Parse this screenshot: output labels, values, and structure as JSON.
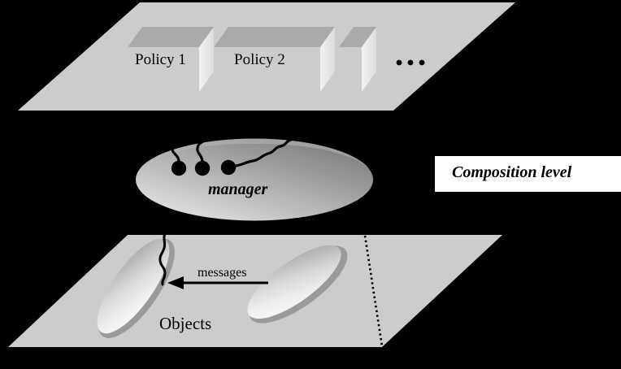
{
  "diagram": {
    "title": "Composition level layered architecture diagram",
    "background_color": "#000000",
    "plane_color": "#cccccc",
    "box_top_color": "#aaaaaa",
    "box_side_color": "#e9e9e9",
    "ink_color": "#000000"
  },
  "composition_level": {
    "label": "Composition level",
    "box_background": "#ffffff"
  },
  "policy_layer": {
    "boxes": [
      {
        "label": "Policy 1"
      },
      {
        "label": "Policy 2"
      },
      {
        "label": ""
      }
    ],
    "ellipsis": "• • •"
  },
  "manager_layer": {
    "label": "manager",
    "agent_count": 3
  },
  "object_layer": {
    "label": "Objects",
    "message_label": "messages",
    "object_count": 2
  }
}
